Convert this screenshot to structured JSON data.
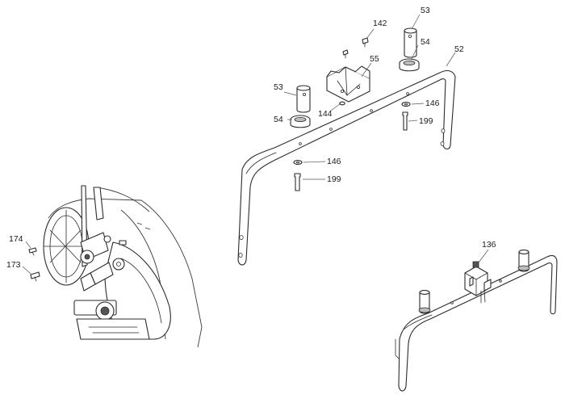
{
  "callouts": {
    "c142": "142",
    "c53_top": "53",
    "c54_top": "54",
    "c55": "55",
    "c52": "52",
    "c53_left": "53",
    "c144": "144",
    "c146_right": "146",
    "c54_left": "54",
    "c199_right": "199",
    "c146_lower": "146",
    "c199_lower": "199",
    "c174": "174",
    "c173": "173",
    "c136": "136"
  }
}
